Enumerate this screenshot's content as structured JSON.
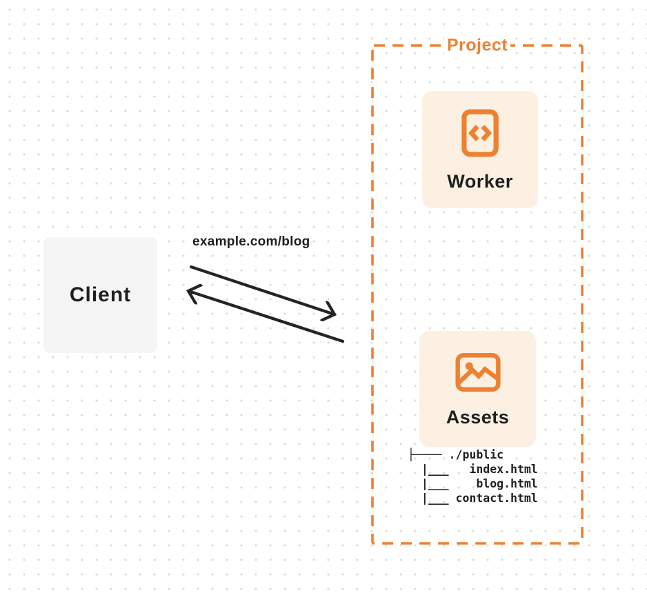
{
  "colors": {
    "accent": "#ED8133",
    "card_bg": "#FBF0E1",
    "client_bg": "#F5F5F6",
    "text_dark": "#1F1F1F",
    "arrow": "#242424",
    "dot": "#DBDBDB"
  },
  "diagram": {
    "client": {
      "label": "Client"
    },
    "request": {
      "url_label": "example.com/blog"
    },
    "project": {
      "label": "Project",
      "worker": {
        "label": "Worker",
        "icon": "code-document-icon"
      },
      "assets": {
        "label": "Assets",
        "icon": "image-icon",
        "file_tree": "├──── ./public\n  |___   index.html\n  |___    blog.html\n  |___ contact.html"
      }
    }
  }
}
